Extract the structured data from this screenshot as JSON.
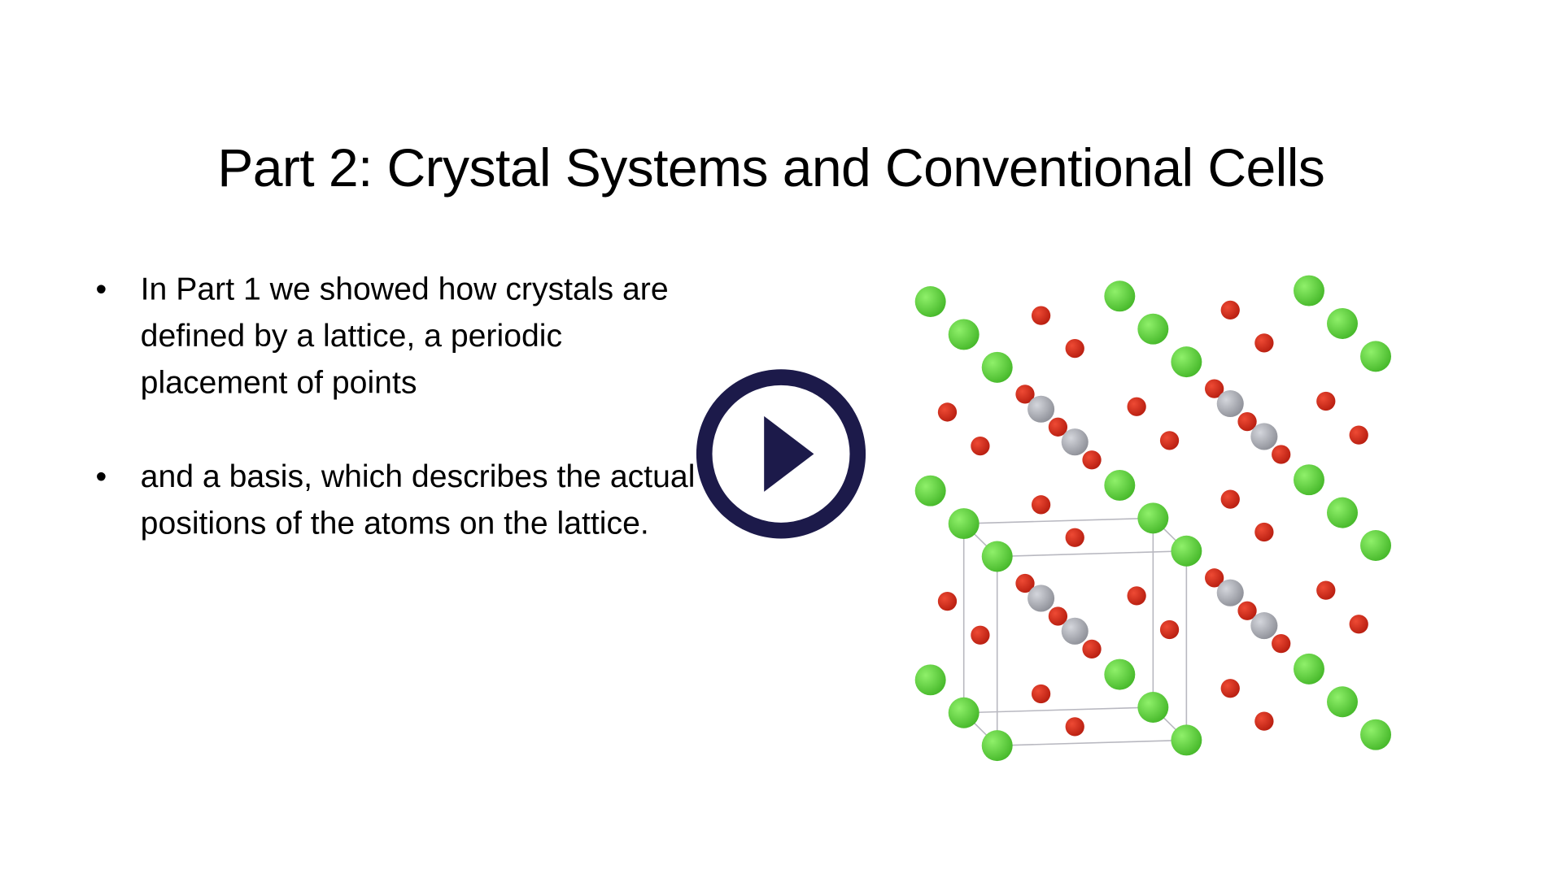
{
  "slide": {
    "title": "Part 2: Crystal Systems and Conventional Cells",
    "bullets": [
      {
        "lines": [
          "In Part 1 we showed how crystals are",
          "defined by a lattice, a periodic",
          "placement of points"
        ]
      },
      {
        "lines": [
          "and a basis, which describes the actual",
          "positions of the atoms on the lattice."
        ]
      }
    ],
    "bullet_symbol": "•"
  },
  "figure": {
    "atom_colors": {
      "green": "#5fdc3a",
      "red": "#d42a1a",
      "grey": "#a9abb2"
    }
  },
  "video": {
    "play_icon": "play-icon",
    "color": "#1c1a4a"
  }
}
